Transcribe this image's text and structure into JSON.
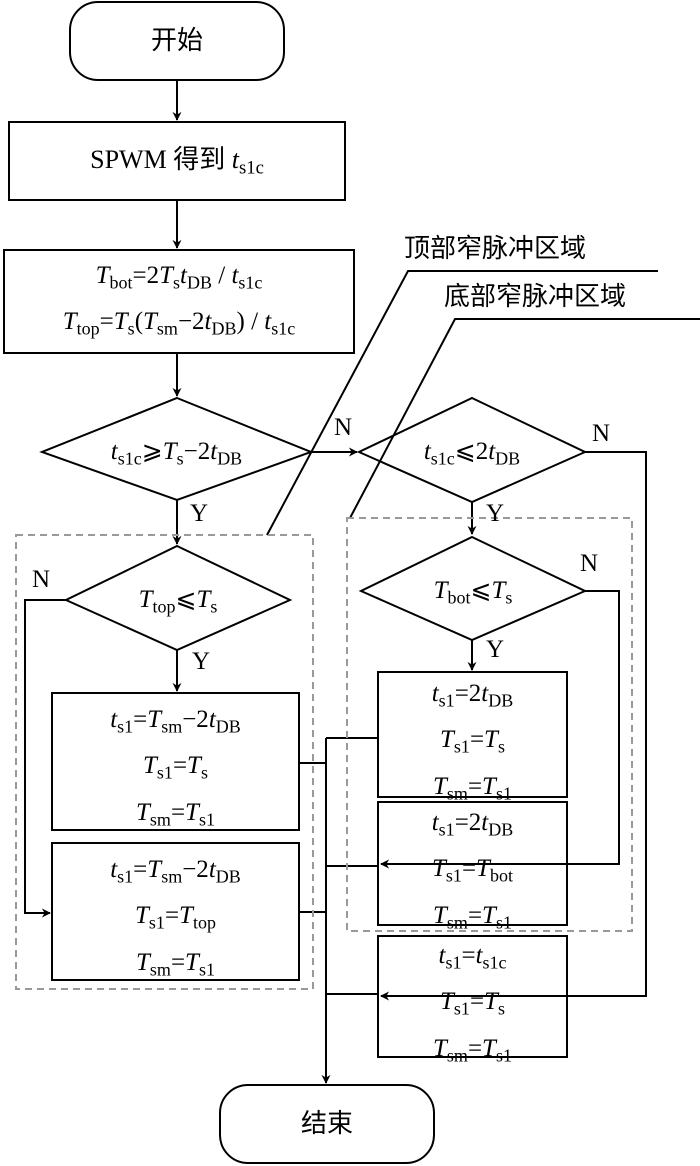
{
  "diagram": {
    "type": "flowchart",
    "colors": {
      "line": "#000000",
      "dashed_region": "#999999",
      "background": "#ffffff"
    },
    "start": {
      "label": "开始"
    },
    "end": {
      "label": "结束"
    },
    "spwm": {
      "prefix": "SPWM 得到 ",
      "var": "t",
      "sub": "s1c"
    },
    "calc": {
      "line1": [
        {
          "t": "T",
          "i": true
        },
        {
          "t": "bot",
          "s": true
        },
        {
          "t": "=2"
        },
        {
          "t": "T",
          "i": true
        },
        {
          "t": "s",
          "s": true
        },
        {
          "t": "t",
          "i": true
        },
        {
          "t": "DB",
          "s": true
        },
        {
          "t": " / "
        },
        {
          "t": "t",
          "i": true
        },
        {
          "t": "s1c",
          "s": true
        }
      ],
      "line2": [
        {
          "t": "T",
          "i": true
        },
        {
          "t": "top",
          "s": true
        },
        {
          "t": "="
        },
        {
          "t": "T",
          "i": true
        },
        {
          "t": "s",
          "s": true
        },
        {
          "t": "("
        },
        {
          "t": "T",
          "i": true
        },
        {
          "t": "sm",
          "s": true
        },
        {
          "t": "−2"
        },
        {
          "t": "t",
          "i": true
        },
        {
          "t": "DB",
          "s": true
        },
        {
          "t": ") / "
        },
        {
          "t": "t",
          "i": true
        },
        {
          "t": "s1c",
          "s": true
        }
      ]
    },
    "decisions": {
      "d1": [
        {
          "t": "t",
          "i": true
        },
        {
          "t": "s1c",
          "s": true
        },
        {
          "t": "⩾"
        },
        {
          "t": "T",
          "i": true
        },
        {
          "t": "s",
          "s": true
        },
        {
          "t": "−2"
        },
        {
          "t": "t",
          "i": true
        },
        {
          "t": "DB",
          "s": true
        }
      ],
      "d2": [
        {
          "t": "t",
          "i": true
        },
        {
          "t": "s1c",
          "s": true
        },
        {
          "t": "⩽2"
        },
        {
          "t": "t",
          "i": true
        },
        {
          "t": "DB",
          "s": true
        }
      ],
      "d3": [
        {
          "t": "T",
          "i": true
        },
        {
          "t": "top",
          "s": true
        },
        {
          "t": "⩽"
        },
        {
          "t": "T",
          "i": true
        },
        {
          "t": "s",
          "s": true
        }
      ],
      "d4": [
        {
          "t": "T",
          "i": true
        },
        {
          "t": "bot",
          "s": true
        },
        {
          "t": "⩽"
        },
        {
          "t": "T",
          "i": true
        },
        {
          "t": "s",
          "s": true
        }
      ]
    },
    "boxes": {
      "top_y": [
        [
          {
            "t": "t",
            "i": true
          },
          {
            "t": "s1",
            "s": true
          },
          {
            "t": "="
          },
          {
            "t": "T",
            "i": true
          },
          {
            "t": "sm",
            "s": true
          },
          {
            "t": "−2"
          },
          {
            "t": "t",
            "i": true
          },
          {
            "t": "DB",
            "s": true
          }
        ],
        [
          {
            "t": "T",
            "i": true
          },
          {
            "t": "s1",
            "s": true
          },
          {
            "t": "="
          },
          {
            "t": "T",
            "i": true
          },
          {
            "t": "s",
            "s": true
          }
        ],
        [
          {
            "t": "T",
            "i": true
          },
          {
            "t": "sm",
            "s": true
          },
          {
            "t": "="
          },
          {
            "t": "T",
            "i": true
          },
          {
            "t": "s1",
            "s": true
          }
        ]
      ],
      "top_n": [
        [
          {
            "t": "t",
            "i": true
          },
          {
            "t": "s1",
            "s": true
          },
          {
            "t": "="
          },
          {
            "t": "T",
            "i": true
          },
          {
            "t": "sm",
            "s": true
          },
          {
            "t": "−2"
          },
          {
            "t": "t",
            "i": true
          },
          {
            "t": "DB",
            "s": true
          }
        ],
        [
          {
            "t": "T",
            "i": true
          },
          {
            "t": "s1",
            "s": true
          },
          {
            "t": "="
          },
          {
            "t": "T",
            "i": true
          },
          {
            "t": "top",
            "s": true
          }
        ],
        [
          {
            "t": "T",
            "i": true
          },
          {
            "t": "sm",
            "s": true
          },
          {
            "t": "="
          },
          {
            "t": "T",
            "i": true
          },
          {
            "t": "s1",
            "s": true
          }
        ]
      ],
      "bot_y": [
        [
          {
            "t": "t",
            "i": true
          },
          {
            "t": "s1",
            "s": true
          },
          {
            "t": "=2"
          },
          {
            "t": "t",
            "i": true
          },
          {
            "t": "DB",
            "s": true
          }
        ],
        [
          {
            "t": "T",
            "i": true
          },
          {
            "t": "s1",
            "s": true
          },
          {
            "t": "="
          },
          {
            "t": "T",
            "i": true
          },
          {
            "t": "s",
            "s": true
          }
        ],
        [
          {
            "t": "T",
            "i": true
          },
          {
            "t": "sm",
            "s": true
          },
          {
            "t": "="
          },
          {
            "t": "T",
            "i": true
          },
          {
            "t": "s1",
            "s": true
          }
        ]
      ],
      "bot_n": [
        [
          {
            "t": "t",
            "i": true
          },
          {
            "t": "s1",
            "s": true
          },
          {
            "t": "=2"
          },
          {
            "t": "t",
            "i": true
          },
          {
            "t": "DB",
            "s": true
          }
        ],
        [
          {
            "t": "T",
            "i": true
          },
          {
            "t": "s1",
            "s": true
          },
          {
            "t": "="
          },
          {
            "t": "T",
            "i": true
          },
          {
            "t": "bot",
            "s": true
          }
        ],
        [
          {
            "t": "T",
            "i": true
          },
          {
            "t": "sm",
            "s": true
          },
          {
            "t": "="
          },
          {
            "t": "T",
            "i": true
          },
          {
            "t": "s1",
            "s": true
          }
        ]
      ],
      "normal": [
        [
          {
            "t": "t",
            "i": true
          },
          {
            "t": "s1",
            "s": true
          },
          {
            "t": "="
          },
          {
            "t": "t",
            "i": true
          },
          {
            "t": "s1c",
            "s": true
          }
        ],
        [
          {
            "t": "T",
            "i": true
          },
          {
            "t": "s1",
            "s": true
          },
          {
            "t": "="
          },
          {
            "t": "T",
            "i": true
          },
          {
            "t": "s",
            "s": true
          }
        ],
        [
          {
            "t": "T",
            "i": true
          },
          {
            "t": "sm",
            "s": true
          },
          {
            "t": "="
          },
          {
            "t": "T",
            "i": true
          },
          {
            "t": "s1",
            "s": true
          }
        ]
      ]
    },
    "flags": {
      "yes": "Y",
      "no": "N"
    },
    "regions": {
      "top": "顶部窄脉冲区域",
      "bottom": "底部窄脉冲区域"
    }
  }
}
